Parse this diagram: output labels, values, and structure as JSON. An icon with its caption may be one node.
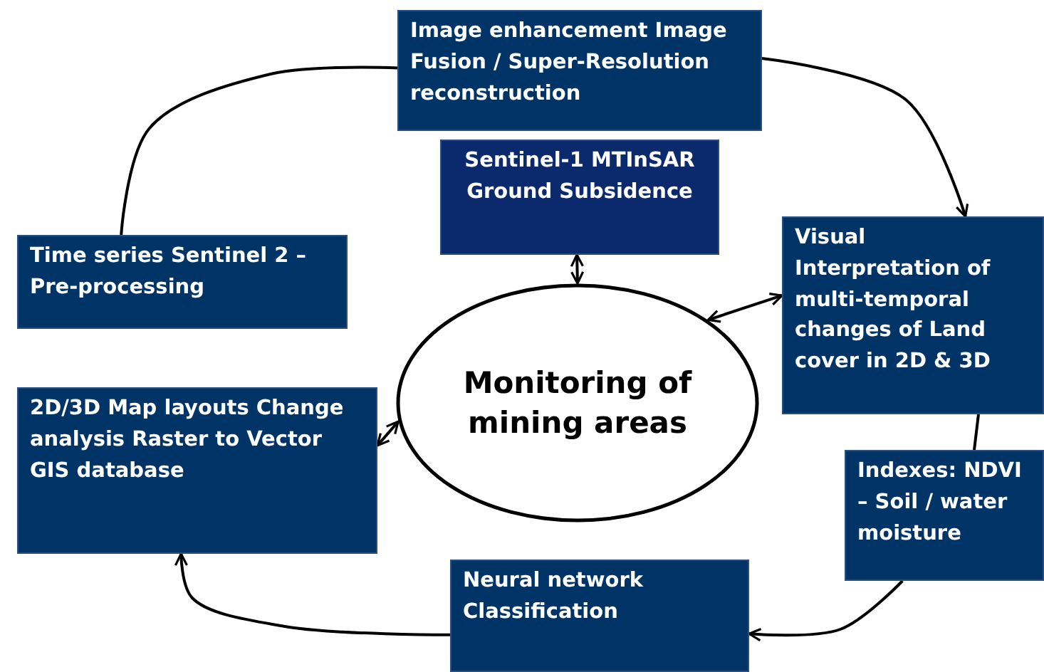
{
  "diagram": {
    "nodes": [
      {
        "text": [
          "Image enhancement Image Fusion / Super-Resolution reconstruction"
        ]
      },
      {
        "text": [
          "Sentinel-1 MTInSAR Ground Subsidence"
        ]
      },
      {
        "text": [
          "Time series Sentinel 2 – Pre-processing"
        ]
      },
      {
        "text": [
          "Visual Interpretation of multi-temporal changes of Land cover in 2D & 3D"
        ]
      },
      {
        "text": [
          "Monitoring of mining areas"
        ]
      },
      {
        "text": [
          "2D/3D Map layouts Change analysis Raster to Vector GIS database"
        ]
      },
      {
        "text": [
          "Indexes: NDVI – Soil / water moisture"
        ]
      },
      {
        "text": [
          "Neural network Classification"
        ]
      }
    ],
    "edges": [
      {
        "from": 2,
        "to": 0,
        "arrow": "none"
      },
      {
        "from": 0,
        "to": 3,
        "arrow": "to"
      },
      {
        "from": 3,
        "to": 6,
        "arrow": "none"
      },
      {
        "from": 6,
        "to": 7,
        "arrow": "to"
      },
      {
        "from": 7,
        "to": 5,
        "arrow": "to"
      },
      {
        "from": 1,
        "to": 4,
        "arrow": "both"
      },
      {
        "from": 4,
        "to": 3,
        "arrow": "both"
      },
      {
        "from": 5,
        "to": 4,
        "arrow": "both"
      }
    ]
  }
}
